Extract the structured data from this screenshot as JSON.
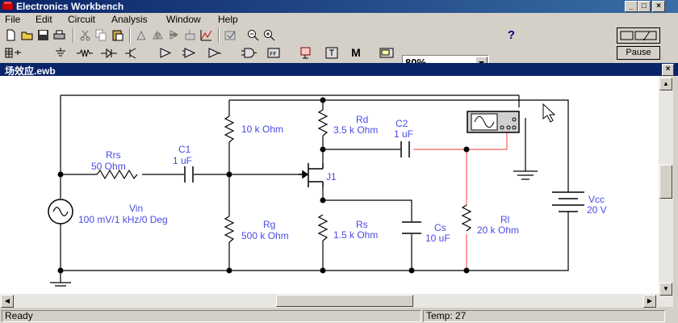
{
  "window": {
    "title": "Electronics Workbench"
  },
  "menu": [
    "File",
    "Edit",
    "Circuit",
    "Analysis",
    "Window",
    "Help"
  ],
  "toolbar": {
    "zoom": "80%",
    "help_label": "?",
    "pause_label": "Pause"
  },
  "document": {
    "title": "场效应.ewb"
  },
  "circuit": {
    "rrs_name": "Rrs",
    "rrs_value": "50  Ohm",
    "c1_name": "C1",
    "c1_value": "1 uF",
    "r1_value": "10 k Ohm",
    "rg_name": "Rg",
    "rg_value": "500 k Ohm",
    "vin_name": "Vin",
    "vin_value": "100 mV/1 kHz/0 Deg",
    "rd_name": "Rd",
    "rd_value": "3.5 k Ohm",
    "c2_name": "C2",
    "c2_value": "1 uF",
    "j1_name": "J1",
    "rs_name": "Rs",
    "rs_value": "1.5 k Ohm",
    "cs_name": "Cs",
    "cs_value": "10 uF",
    "rl_name": "Rl",
    "rl_value": "20 k Ohm",
    "vcc_name": "Vcc",
    "vcc_value": "20 V"
  },
  "status": {
    "left": "Ready",
    "right": "Temp:  27"
  },
  "colors": {
    "wire": "#000000",
    "probe_wire": "#ff5a5a",
    "label": "#4a4ae6"
  }
}
